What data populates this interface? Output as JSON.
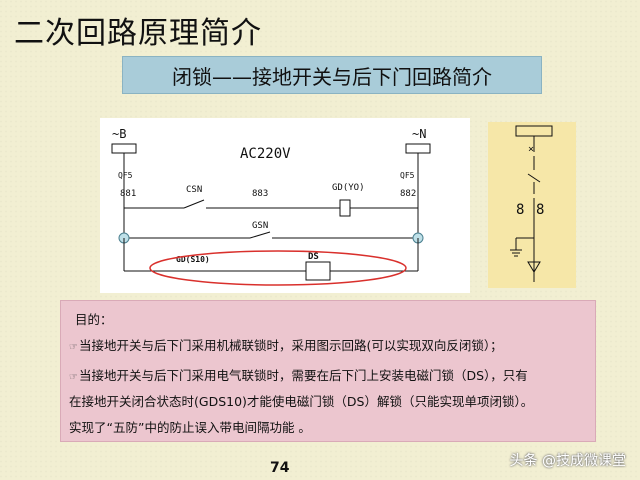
{
  "title": "二次回路原理简介",
  "subtitle": "闭锁——接地开关与后下门回路简介",
  "diagram": {
    "bus_left": "~B",
    "bus_right": "~N",
    "fuse_left": "QF5",
    "fuse_right": "QF5",
    "node_left": "881",
    "node_right": "882",
    "node_mid": "883",
    "supply": "AC220V",
    "switch_csn": "CSN",
    "switch_gsn": "GSN",
    "coil_label": "GD(YO)",
    "contact_label": "GD(S10)",
    "lock_label": "DS"
  },
  "notes": {
    "heading": "目的：",
    "item1": "当接地开关与后下门采用机械联锁时，采用图示回路(可以实现双向反闭锁）；",
    "item2_line1": "当接地开关与后下门采用电气联锁时，需要在后下门上安装电磁门锁（DS），只有",
    "item2_line2": "在接地开关闭合状态时(GDS10)才能使电磁门锁（DS）解锁（只能实现单项闭锁）。",
    "conclusion": "实现了“五防”中的防止误入带电间隔功能 。"
  },
  "page_number": "74",
  "watermark": "头条 @技成微课堂"
}
